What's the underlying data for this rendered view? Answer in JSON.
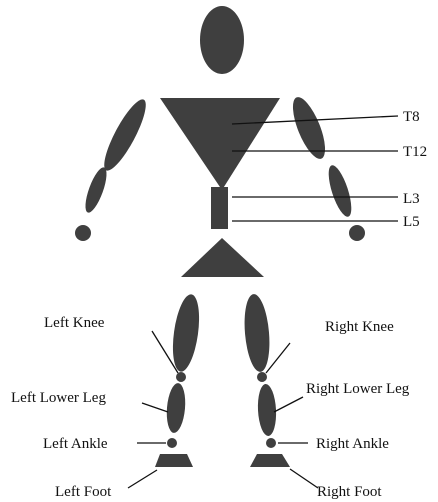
{
  "labels": {
    "t8": "T8",
    "t12": "T12",
    "l3": "L3",
    "l5": "L5",
    "left_knee": "Left Knee",
    "right_knee": "Right Knee",
    "left_lower_leg": "Left Lower Leg",
    "right_lower_leg": "Right Lower Leg",
    "left_ankle": "Left Ankle",
    "right_ankle": "Right Ankle",
    "left_foot": "Left Foot",
    "right_foot": "Right Foot"
  },
  "colors": {
    "segment_fill": "#3f3f3f",
    "leader_line": "#111111",
    "background": "#ffffff"
  }
}
